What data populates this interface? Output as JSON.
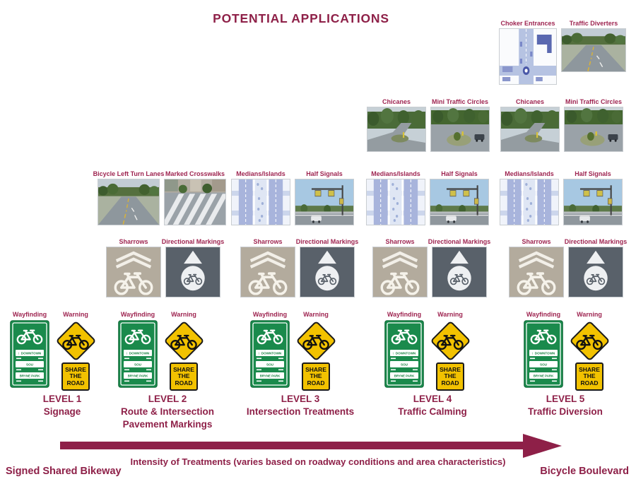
{
  "title": "POTENTIAL APPLICATIONS",
  "labels": {
    "choker": "Choker Entrances",
    "diverters": "Traffic Diverters",
    "chicanes": "Chicanes",
    "mini": "Mini Traffic Circles",
    "medians": "Medians/Islands",
    "half": "Half Signals",
    "leftturn": "Bicycle Left Turn Lanes",
    "crosswalks": "Marked Crosswalks",
    "sharrows": "Sharrows",
    "directional": "Directional Markings",
    "wayfinding": "Wayfinding",
    "warning": "Warning"
  },
  "sign": {
    "arrow": "↑",
    "destinations": [
      "DOWNTOWN",
      "SOU",
      "BRYNE PARK"
    ],
    "share_lines": [
      "SHARE",
      "THE",
      "ROAD"
    ]
  },
  "levels": [
    {
      "name": "LEVEL 1",
      "desc": "Signage"
    },
    {
      "name": "LEVEL 2",
      "desc": "Route & Intersection Pavement Markings"
    },
    {
      "name": "LEVEL 3",
      "desc": "Intersection Treatments"
    },
    {
      "name": "LEVEL 4",
      "desc": "Traffic Calming"
    },
    {
      "name": "LEVEL 5",
      "desc": "Traffic Diversion"
    }
  ],
  "axis": {
    "caption": "Intensity of Treatments (varies based on roadway conditions and area characteristics)",
    "left_label": "Signed Shared Bikeway",
    "right_label": "Bicycle Boulevard"
  },
  "colors": {
    "maroon": "#8e2048",
    "treatment_label_red": "#9e2450",
    "wayfinding_sign_green": "#1a8a4c",
    "warning_sign_yellow": "#f2c200"
  }
}
